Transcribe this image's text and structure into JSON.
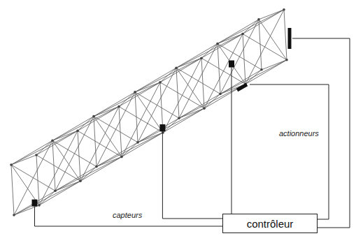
{
  "diagram": {
    "nodes": [
      {
        "text": [
          "contrôleur"
        ]
      }
    ],
    "labels": [
      "actionneurs",
      "capteurs"
    ]
  }
}
